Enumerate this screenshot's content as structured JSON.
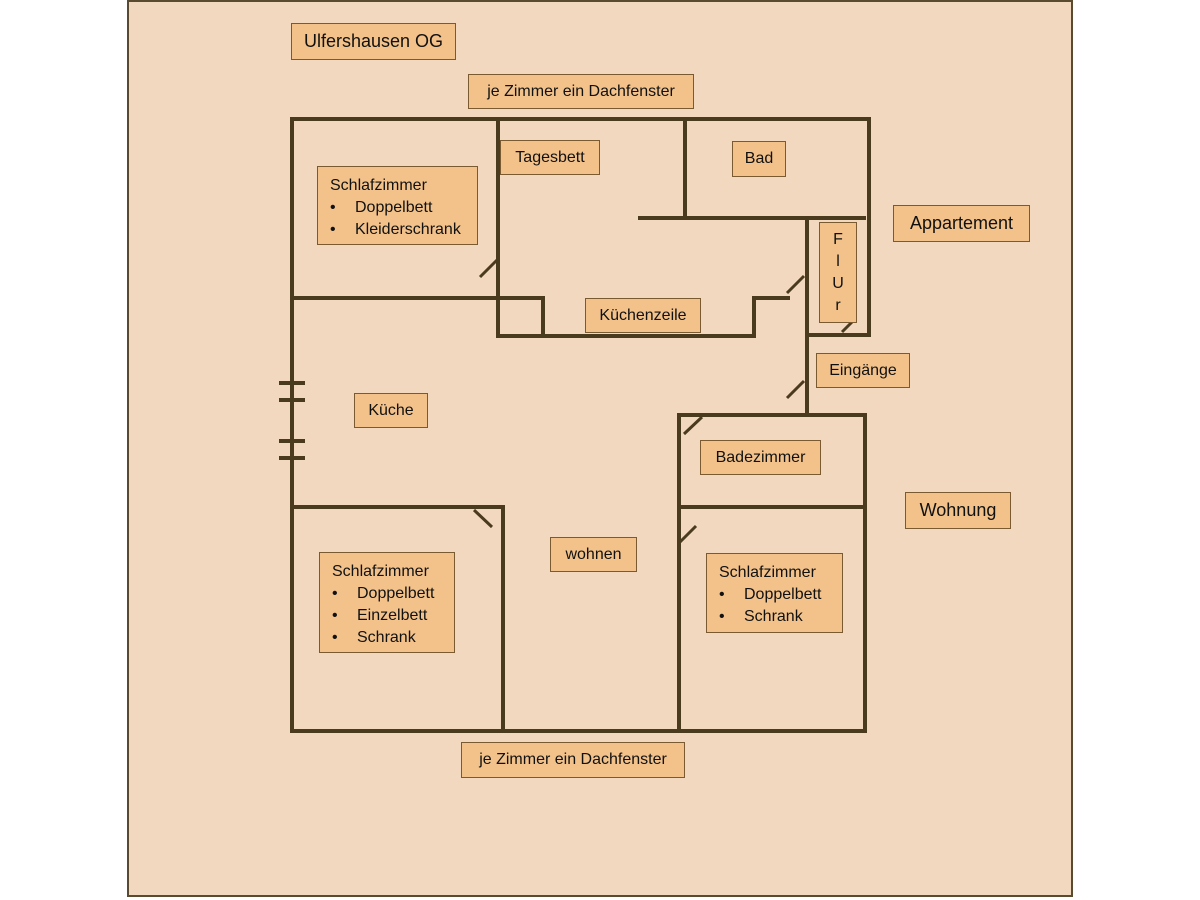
{
  "title": "Ulfershausen OG",
  "window_note_top": "je Zimmer ein Dachfenster",
  "window_note_bottom": "je Zimmer ein Dachfenster",
  "units": {
    "appartement": "Appartement",
    "wohnung": "Wohnung"
  },
  "rooms": {
    "bedroom_top": {
      "name": "Schlafzimmer",
      "items": [
        "Doppelbett",
        "Kleiderschrank"
      ]
    },
    "daybed": "Tagesbett",
    "bath_small": "Bad",
    "hallway_letters": [
      "F",
      "l",
      "U",
      "r"
    ],
    "kitchenette": "Küchenzeile",
    "entrances": "Eingänge",
    "kitchen": "Küche",
    "bathroom": "Badezimmer",
    "living": "wohnen",
    "bedroom_bottom_left": {
      "name": "Schlafzimmer",
      "items": [
        "Doppelbett",
        "Einzelbett",
        "Schrank"
      ]
    },
    "bedroom_bottom_right": {
      "name": "Schlafzimmer",
      "items": [
        "Doppelbett",
        "Schrank"
      ]
    }
  },
  "colors": {
    "background": "#f2d8be",
    "label_fill": "#f2c28a",
    "walls": "#4a3a1e"
  }
}
